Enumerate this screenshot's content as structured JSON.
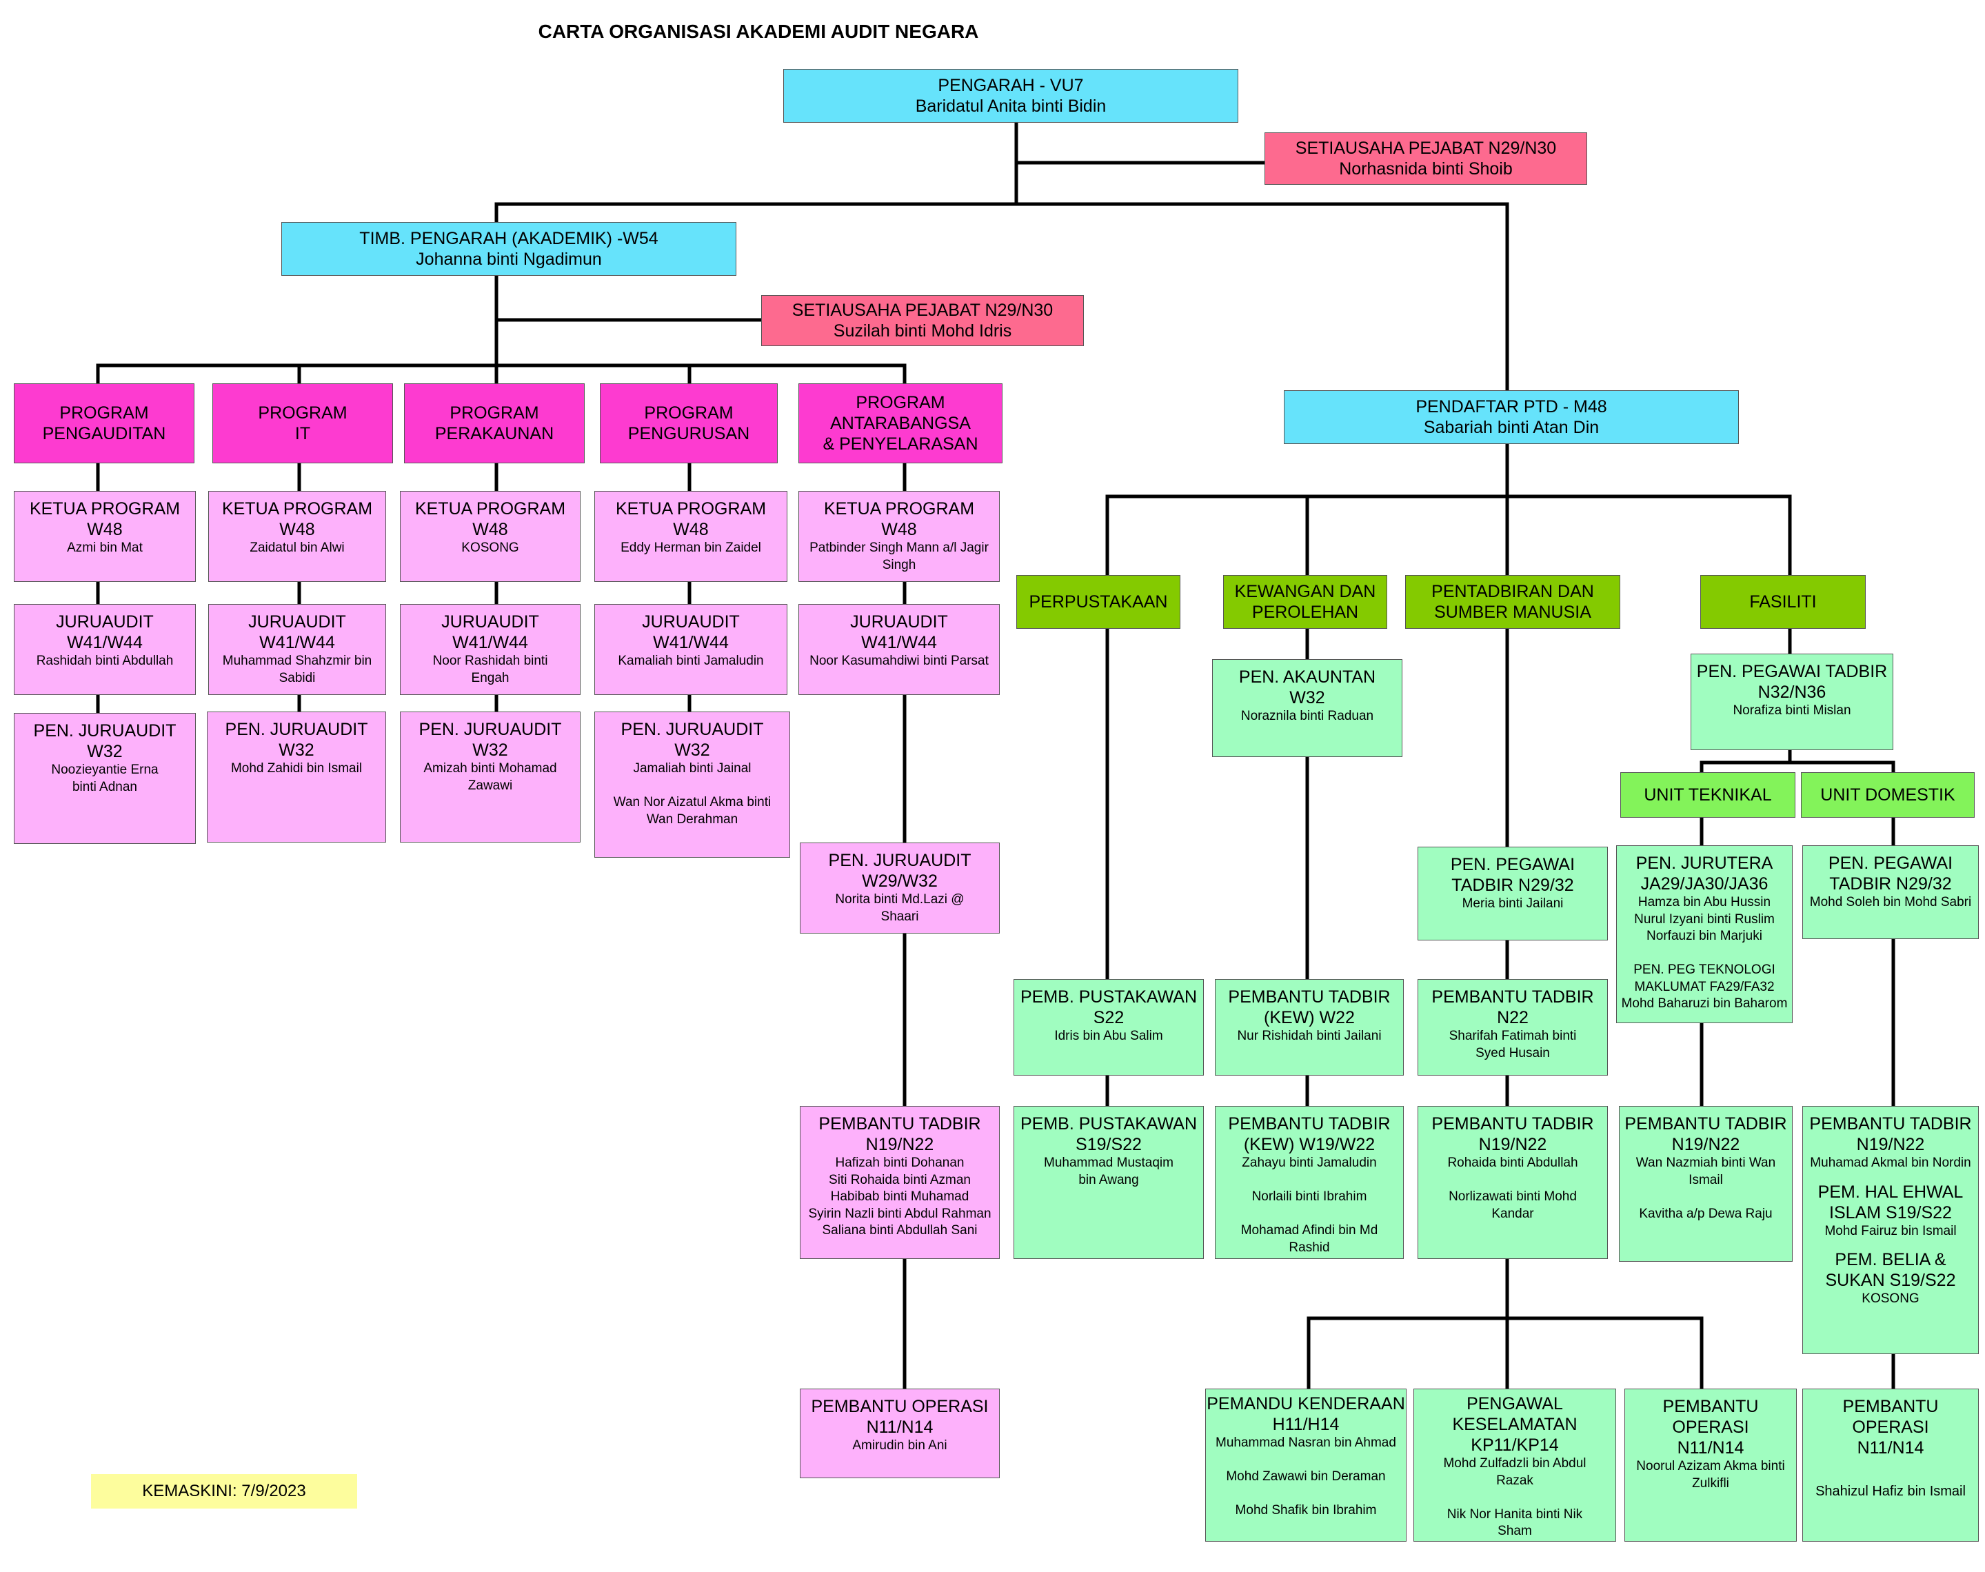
{
  "title": "CARTA ORGANISASI AKADEMI AUDIT NEGARA",
  "updated": "KEMASKINI: 7/9/2023",
  "colors": {
    "top_box": "#66e3fb",
    "secretary": "#fd6a8f",
    "program": "#fd3bd0",
    "program_staff": "#fdb1fb",
    "section": "#84ca00",
    "unit": "#83f35a",
    "admin_staff": "#a0fdc0",
    "update_note": "#fdfd9d",
    "connector": "#000000"
  },
  "nodes": {
    "pengarah": {
      "title": "PENGARAH - VU7",
      "names": "Baridatul Anita binti Bidin"
    },
    "setiausaha_pengarah": {
      "title": "SETIAUSAHA PEJABAT N29/N30",
      "names": "Norhasnida binti Shoib"
    },
    "timb_pengarah": {
      "title": "TIMB. PENGARAH (AKADEMIK) -W54",
      "names": "Johanna binti Ngadimun"
    },
    "setiausaha_timb": {
      "title": "SETIAUSAHA PEJABAT N29/N30",
      "names": "Suzilah binti Mohd Idris"
    },
    "pendaftar": {
      "title": "PENDAFTAR PTD - M48",
      "names": "Sabariah binti Atan Din"
    },
    "prog_pengauditan": {
      "title": "PROGRAM\nPENGAUDITAN"
    },
    "prog_it": {
      "title": "PROGRAM\nIT"
    },
    "prog_perakaunan": {
      "title": "PROGRAM\nPERAKAUNAN"
    },
    "prog_pengurusan": {
      "title": "PROGRAM\nPENGURUSAN"
    },
    "prog_antarabangsa": {
      "title": "PROGRAM\nANTARABANGSA\n& PENYELARASAN"
    },
    "kp_pengauditan": {
      "title": "KETUA PROGRAM\nW48",
      "names": "Azmi bin Mat"
    },
    "kp_it": {
      "title": "KETUA PROGRAM\nW48",
      "names": "Zaidatul bin Alwi"
    },
    "kp_perakaunan": {
      "title": "KETUA PROGRAM\nW48",
      "names": "KOSONG"
    },
    "kp_pengurusan": {
      "title": "KETUA PROGRAM\nW48",
      "names": "Eddy Herman bin Zaidel"
    },
    "kp_antarabangsa": {
      "title": "KETUA PROGRAM\nW48",
      "names": "Patbinder Singh Mann a/l Jagir\nSingh"
    },
    "ja_pengauditan": {
      "title": "JURUAUDIT\nW41/W44",
      "names": "Rashidah binti Abdullah"
    },
    "ja_it": {
      "title": "JURUAUDIT\nW41/W44",
      "names": "Muhammad Shahzmir bin\nSabidi"
    },
    "ja_perakaunan": {
      "title": "JURUAUDIT\nW41/W44",
      "names": "Noor Rashidah binti\nEngah"
    },
    "ja_pengurusan": {
      "title": "JURUAUDIT\nW41/W44",
      "names": "Kamaliah binti Jamaludin"
    },
    "ja_antarabangsa": {
      "title": "JURUAUDIT\nW41/W44",
      "names": "Noor Kasumahdiwi binti Parsat"
    },
    "pja_pengauditan": {
      "title": "PEN. JURUAUDIT\nW32",
      "names": "Noozieyantie Erna\nbinti Adnan"
    },
    "pja_it": {
      "title": "PEN. JURUAUDIT\nW32",
      "names": "Mohd Zahidi bin Ismail"
    },
    "pja_perakaunan": {
      "title": "PEN. JURUAUDIT\nW32",
      "names": "Amizah binti Mohamad\nZawawi"
    },
    "pja_pengurusan": {
      "title": "PEN. JURUAUDIT\nW32",
      "names": "Jamaliah binti Jainal\n\nWan Nor Aizatul Akma binti\nWan Derahman"
    },
    "pja_antarabangsa": {
      "title": "PEN. JURUAUDIT\nW29/W32",
      "names": "Norita binti Md.Lazi @\nShaari"
    },
    "pt_antarabangsa": {
      "title": "PEMBANTU TADBIR\nN19/N22",
      "names": "Hafizah binti Dohanan\nSiti Rohaida binti Azman\nHabibab binti Muhamad\nSyirin Nazli binti Abdul Rahman\nSaliana binti Abdullah Sani"
    },
    "po_antarabangsa": {
      "title": "PEMBANTU OPERASI\nN11/N14",
      "names": "Amirudin bin Ani"
    },
    "sec_perpustakaan": {
      "title": "PERPUSTAKAAN"
    },
    "sec_kewangan": {
      "title": "KEWANGAN DAN\nPEROLEHAN"
    },
    "sec_pentadbiran": {
      "title": "PENTADBIRAN DAN\nSUMBER MANUSIA"
    },
    "sec_fasiliti": {
      "title": "FASILITI"
    },
    "pemb_pustakawan_s22": {
      "title": "PEMB. PUSTAKAWAN\nS22",
      "names": "Idris bin Abu Salim"
    },
    "pemb_pustakawan_s19": {
      "title": "PEMB. PUSTAKAWAN\nS19/S22",
      "names": "Muhammad Mustaqim\nbin Awang"
    },
    "pen_akauntan": {
      "title": "PEN. AKAUNTAN\nW32",
      "names": "Noraznila binti Raduan"
    },
    "pt_kew_w22": {
      "title": "PEMBANTU TADBIR\n(KEW) W22",
      "names": "Nur Rishidah binti Jailani"
    },
    "pt_kew_w19": {
      "title": "PEMBANTU TADBIR\n(KEW) W19/W22",
      "names": "Zahayu binti Jamaludin\n\nNorlaili binti Ibrahim\n\nMohamad Afindi bin Md\nRashid"
    },
    "ppt_n29_pentadbiran": {
      "title": "PEN. PEGAWAI\nTADBIR N29/32",
      "names": "Meria binti Jailani"
    },
    "pt_n22": {
      "title": "PEMBANTU TADBIR\nN22",
      "names": "Sharifah Fatimah binti\nSyed Husain"
    },
    "pt_n19_pentadbiran": {
      "title": "PEMBANTU TADBIR\nN19/N22",
      "names": "Rohaida binti Abdullah\n\nNorlizawati binti Mohd\nKandar"
    },
    "pemandu": {
      "title": "PEMANDU KENDERAAN\nH11/H14",
      "names": "Muhammad Nasran bin Ahmad\n\nMohd Zawawi bin Deraman\n\nMohd Shafik bin Ibrahim"
    },
    "pengawal": {
      "title": "PENGAWAL\nKESELAMATAN\nKP11/KP14",
      "names": "Mohd Zulfadzli bin Abdul\nRazak\n\nNik Nor Hanita binti Nik\nSham"
    },
    "po_pentadbiran": {
      "title": "PEMBANTU\nOPERASI\nN11/N14",
      "names": "Noorul Azizam Akma binti\nZulkifli"
    },
    "ppt_n32_fasiliti": {
      "title": "PEN. PEGAWAI TADBIR\nN32/N36",
      "names": "Norafiza binti Mislan"
    },
    "unit_teknikal": {
      "title": "UNIT TEKNIKAL"
    },
    "unit_domestik": {
      "title": "UNIT DOMESTIK"
    },
    "pen_jurutera": {
      "title": "PEN. JURUTERA\nJA29/JA30/JA36",
      "names": "Hamza bin Abu Hussin\nNurul Izyani binti Ruslim\nNorfauzi bin Marjuki\n\nPEN. PEG TEKNOLOGI\nMAKLUMAT FA29/FA32\nMohd Baharuzi bin Baharom"
    },
    "pt_n19_teknikal": {
      "title": "PEMBANTU TADBIR\nN19/N22",
      "names": "Wan Nazmiah binti Wan\nIsmail\n\nKavitha a/p Dewa Raju"
    },
    "ppt_n29_domestik": {
      "title": "PEN. PEGAWAI\nTADBIR N29/32",
      "names": "Mohd Soleh bin Mohd Sabri"
    },
    "pt_n19_domestik": {
      "title": "PEMBANTU TADBIR\nN19/N22",
      "names": "Muhamad Akmal bin Nordin",
      "title2": "PEM. HAL EHWAL\nISLAM S19/S22",
      "names2": "Mohd Fairuz bin Ismail",
      "title3": "PEM. BELIA &\nSUKAN S19/S22",
      "names3": "KOSONG"
    },
    "po_domestik": {
      "title": "PEMBANTU\nOPERASI\nN11/N14",
      "names": "Shahizul Hafiz bin Ismail"
    }
  }
}
